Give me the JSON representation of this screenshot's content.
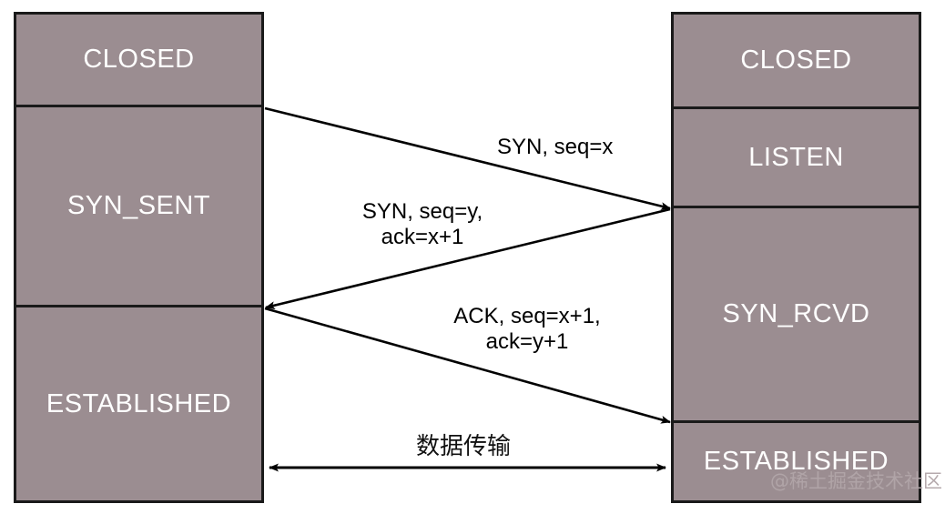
{
  "diagram": {
    "title": "TCP three-way handshake state diagram",
    "colors": {
      "box_fill": "#9b8d91",
      "box_border": "#1a1a1a",
      "box_text": "#ffffff",
      "arrow": "#000000",
      "background": "#ffffff",
      "watermark": "#b2a6a9"
    }
  },
  "client": {
    "side": "left",
    "states": [
      {
        "label": "CLOSED"
      },
      {
        "label": "SYN_SENT"
      },
      {
        "label": "ESTABLISHED"
      }
    ]
  },
  "server": {
    "side": "right",
    "states": [
      {
        "label": "CLOSED"
      },
      {
        "label": "LISTEN"
      },
      {
        "label": "SYN_RCVD"
      },
      {
        "label": "ESTABLISHED"
      }
    ]
  },
  "messages": [
    {
      "id": "syn",
      "direction": "client-to-server",
      "lines": [
        "SYN, seq=x"
      ]
    },
    {
      "id": "syn-ack",
      "direction": "server-to-client",
      "lines": [
        "SYN, seq=y,",
        "ack=x+1"
      ]
    },
    {
      "id": "ack",
      "direction": "client-to-server",
      "lines": [
        "ACK, seq=x+1,",
        "ack=y+1"
      ]
    },
    {
      "id": "data-transfer",
      "direction": "bidirectional",
      "lines": [
        "数据传输"
      ]
    }
  ],
  "watermark": {
    "text": "@稀土掘金技术社区"
  }
}
